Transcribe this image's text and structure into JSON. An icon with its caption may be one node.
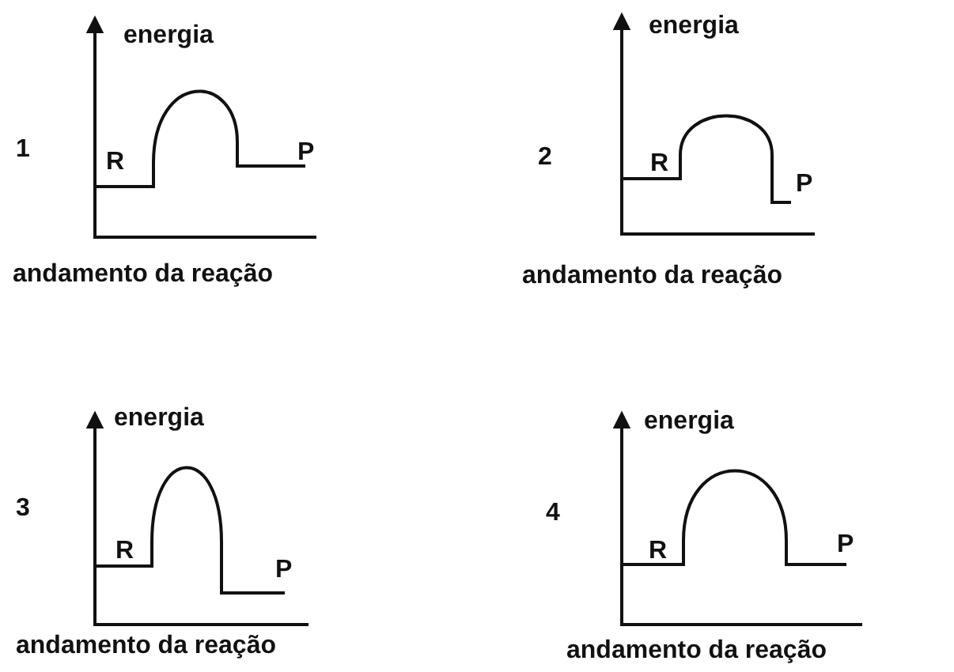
{
  "diagram": {
    "labels": [
      "1",
      "energia",
      "R",
      "P",
      "andamento da reação",
      "2",
      "energia",
      "R",
      "P",
      "andamento da reação",
      "3",
      "energia",
      "R",
      "P",
      "andamento da reação",
      "4",
      "energia",
      "R",
      "P",
      "andamento da reação"
    ]
  }
}
